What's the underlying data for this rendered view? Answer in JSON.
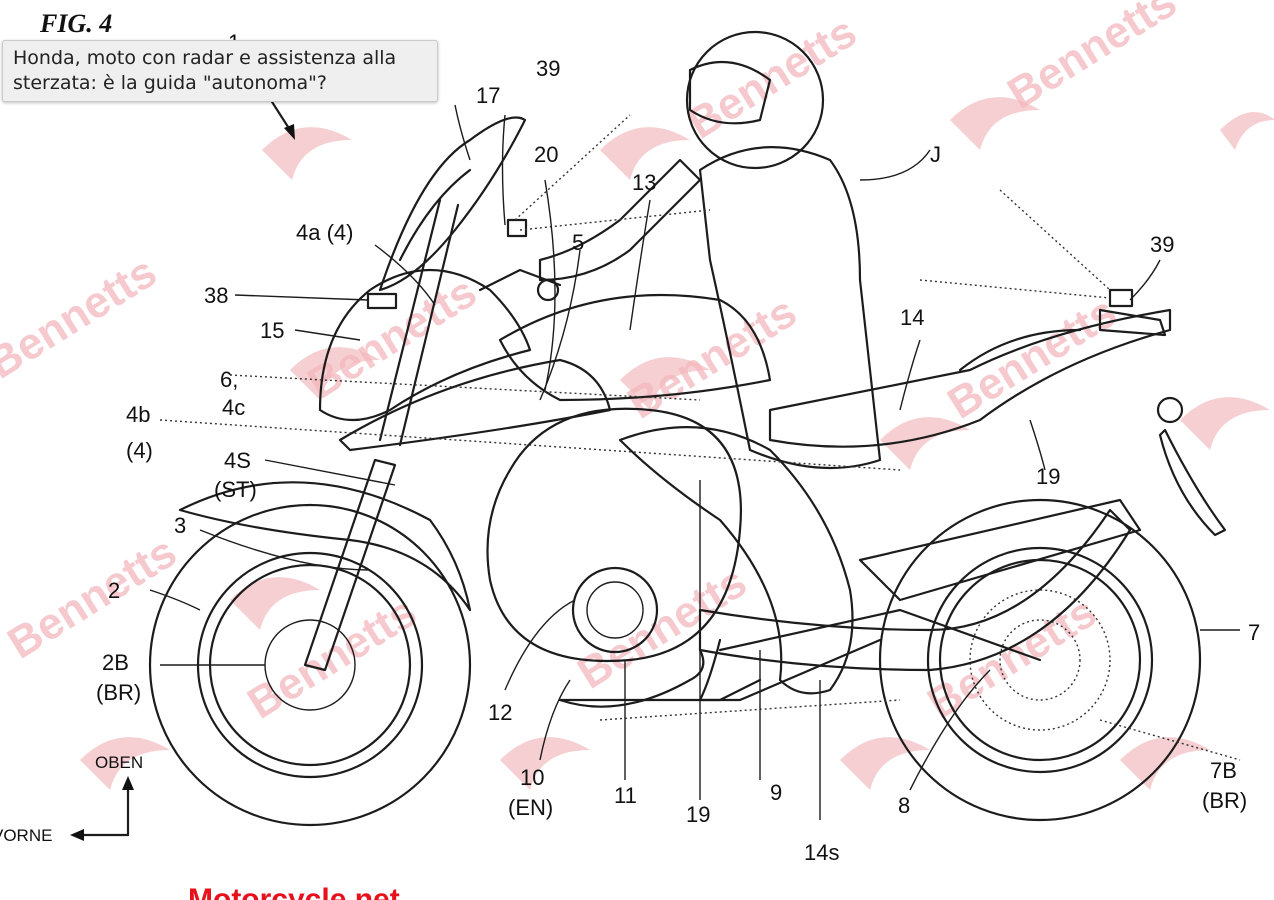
{
  "tooltip": {
    "text": "Honda, moto con radar e assistenza alla sterzata: è la guida \"autonoma\"?"
  },
  "figure": {
    "fig_label": "FIG. 4",
    "watermark": "Bennetts",
    "labels": {
      "l1": "1",
      "l39a": "39",
      "l17": "17",
      "l20": "20",
      "l13": "13",
      "lJ": "J",
      "l4a": "4a (4)",
      "l5": "5",
      "l39b": "39",
      "l38": "38",
      "l15": "15",
      "l14": "14",
      "l6": "6,",
      "l4c": "4c",
      "l4b": "4b",
      "l4b2": "(4)",
      "l4S": "4S",
      "lST": "(ST)",
      "l19a": "19",
      "l3": "3",
      "l2": "2",
      "l7": "7",
      "l2B": "2B",
      "lBR1": "(BR)",
      "l12": "12",
      "l9": "9",
      "lOBEN": "OBEN",
      "l10": "10",
      "lEN": "(EN)",
      "l11": "11",
      "l19b": "19",
      "l8": "8",
      "l7B": "7B",
      "lBR2": "(BR)",
      "lVORNE": "VORNE",
      "l14s": "14s"
    }
  },
  "bottom_title": {
    "text": "Motorcycle.net"
  }
}
